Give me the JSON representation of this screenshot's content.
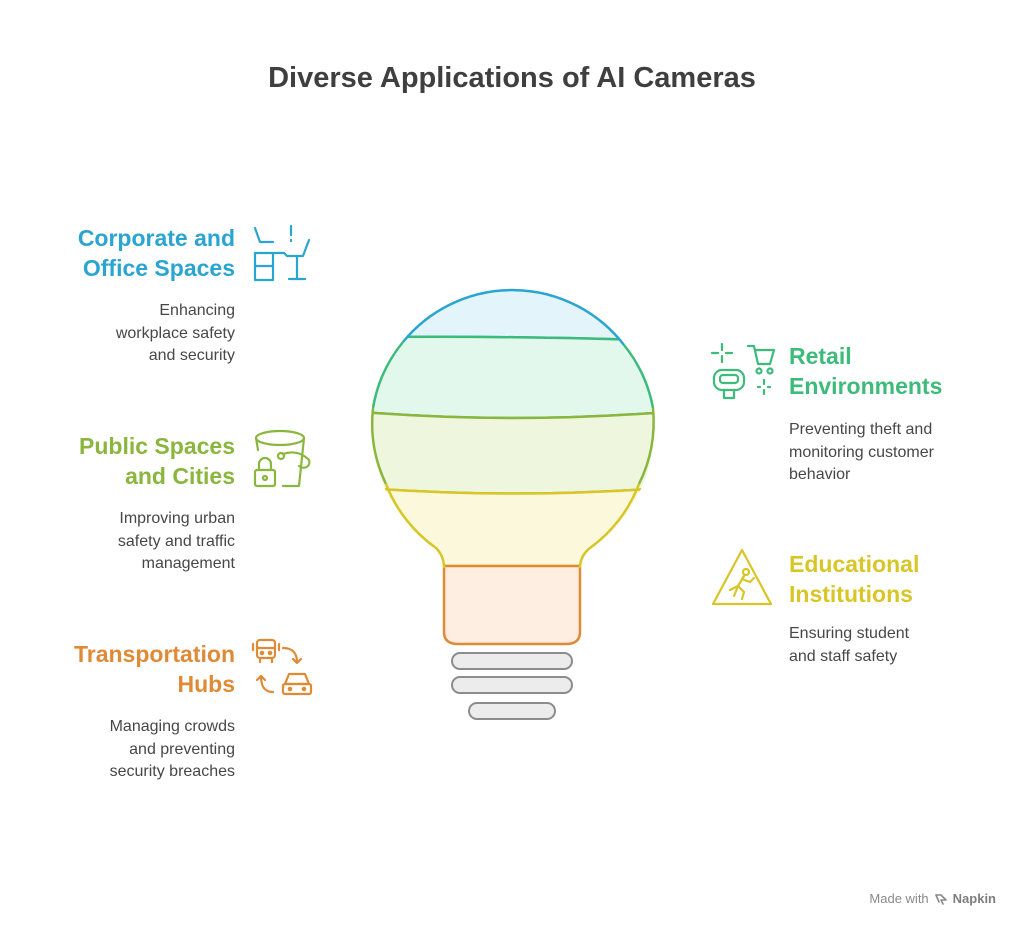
{
  "title": "Diverse Applications of AI Cameras",
  "colors": {
    "corporate": "#2aa5d2",
    "public": "#8ab63d",
    "transport": "#e08a36",
    "retail": "#3dbb7a",
    "education": "#d8c526",
    "text": "#474747",
    "title": "#3f3f3f"
  },
  "items": {
    "corporate": {
      "heading": [
        "Corporate and",
        "Office Spaces"
      ],
      "description": [
        "Enhancing",
        "workplace safety",
        "and security"
      ],
      "icon": "office-desk-chair-icon"
    },
    "public": {
      "heading": [
        "Public Spaces",
        "and Cities"
      ],
      "description": [
        "Improving urban",
        "safety and traffic",
        "management"
      ],
      "icon": "bucket-lock-icon"
    },
    "transport": {
      "heading": [
        "Transportation",
        "Hubs"
      ],
      "description": [
        "Managing crowds",
        "and preventing",
        "security breaches"
      ],
      "icon": "bus-car-exchange-icon"
    },
    "retail": {
      "heading": [
        "Retail",
        "Environments"
      ],
      "description": [
        "Preventing theft and",
        "monitoring customer",
        "behavior"
      ],
      "icon": "vr-headset-cart-icon"
    },
    "education": {
      "heading": [
        "Educational",
        "Institutions"
      ],
      "description": [
        "Ensuring student",
        "and staff safety"
      ],
      "icon": "children-warning-sign-icon"
    }
  },
  "footer": {
    "prefix": "Made with",
    "brand": "Napkin",
    "icon": "napkin-logo-icon"
  }
}
